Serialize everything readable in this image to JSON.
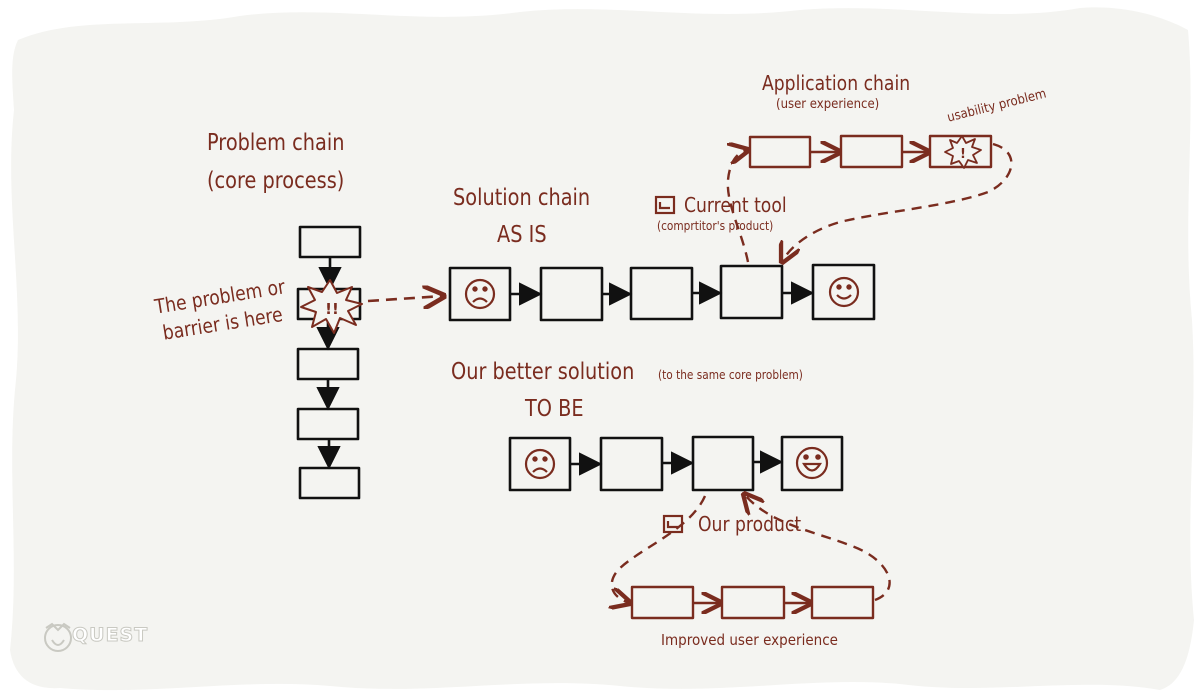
{
  "colors": {
    "accent": "#7a2c1f",
    "ink": "#111111",
    "paper": "#f4f4f1",
    "border": "#ffffff"
  },
  "labels": {
    "problem_chain_line1": "Problem chain",
    "problem_chain_line2": "(core process)",
    "problem_here_line1": "The problem or",
    "problem_here_line2": "barrier is here",
    "solution_as_is_line1": "Solution chain",
    "solution_as_is_line2": "AS IS",
    "current_tool": "Current tool",
    "current_tool_sub": "(comprtitor's product)",
    "application_chain": "Application chain",
    "application_chain_sub": "(user experience)",
    "usability_problem": "usability problem",
    "better_solution": "Our better solution",
    "better_solution_sub": "(to the same core problem)",
    "to_be": "TO BE",
    "our_product": "Our product",
    "improved_ux": "Improved user experience"
  },
  "icons": {
    "sad_face": "sad-face-icon",
    "smile_face": "smile-face-icon",
    "big_smile_face": "big-smile-face-icon",
    "burst": "burst-icon",
    "product_box": "product-box-icon"
  },
  "logo": {
    "text": "QUEST"
  }
}
